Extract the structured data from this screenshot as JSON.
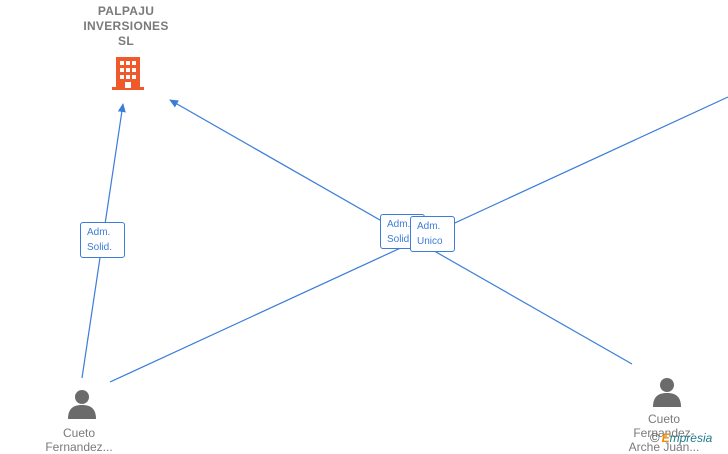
{
  "company": {
    "name": "PALPAJU\nINVERSIONES\nSL",
    "icon": "building-icon",
    "color": "#f0592a"
  },
  "people": [
    {
      "label": "Cueto\nFernandez...",
      "icon": "person-icon"
    },
    {
      "label": "Cueto\nFernandez-\nArche Juan...",
      "icon": "person-icon"
    }
  ],
  "roles": {
    "left": "Adm.\nSolid.",
    "center_back": "Adm.\nSolid.",
    "center_front": "Adm.\nUnico"
  },
  "colors": {
    "edge": "#3b7dd8",
    "text": "#7a7a7a",
    "person": "#6b6b6b"
  },
  "brand": {
    "copyright": "©",
    "e": "E",
    "rest": "mpresia"
  }
}
